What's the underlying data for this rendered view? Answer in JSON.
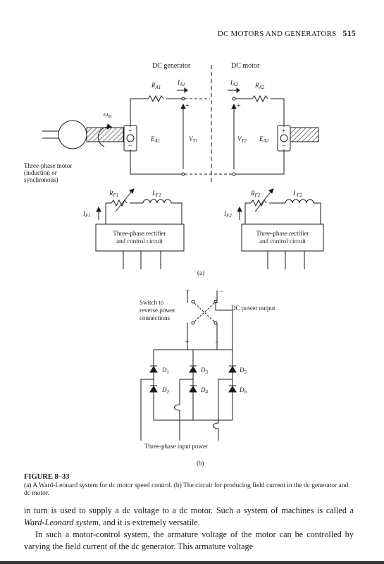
{
  "header": {
    "running_title": "DC MOTORS AND GENERATORS",
    "page_number": "515"
  },
  "figure_a": {
    "label_dc_generator": "DC generator",
    "label_dc_motor": "DC motor",
    "label_ra1": "R",
    "label_ra1_sub": "A1",
    "label_ia1": "I",
    "label_ia1_sub": "A1",
    "label_ia2": "I",
    "label_ia2_sub": "A2",
    "label_ra2": "R",
    "label_ra2_sub": "A2",
    "label_ea1": "E",
    "label_ea1_sub": "A1",
    "label_vt1": "V",
    "label_vt1_sub": "T1",
    "label_vt2": "V",
    "label_vt2_sub": "T2",
    "label_ea2": "E",
    "label_ea2_sub": "A2",
    "label_omega": "ω",
    "label_omega_sub": "m",
    "motor_label_line1": "Three-phase motor",
    "motor_label_line2": "(induction or",
    "motor_label_line3": "synchronous)",
    "label_rf1": "R",
    "label_rf1_sub": "F1",
    "label_lf1": "L",
    "label_lf1_sub": "F1",
    "label_if1": "I",
    "label_if1_sub": "F1",
    "label_rf2": "R",
    "label_rf2_sub": "F2",
    "label_lf2": "L",
    "label_lf2_sub": "F2",
    "label_if2": "I",
    "label_if2_sub": "F2",
    "rectifier_line1": "Three-phase rectifier",
    "rectifier_line2": "and control circuit",
    "plus": "+",
    "minus": "−",
    "sublabel": "(a)"
  },
  "figure_b": {
    "switch_line1": "Switch to",
    "switch_line2": "reverse power",
    "switch_line3": "connections",
    "dc_output": "DC power output",
    "d1": "D",
    "d1_sub": "1",
    "d2": "D",
    "d2_sub": "2",
    "d3": "D",
    "d3_sub": "3",
    "d4": "D",
    "d4_sub": "4",
    "d5": "D",
    "d5_sub": "5",
    "d6": "D",
    "d6_sub": "6",
    "input_power": "Three-phase input power",
    "plus": "+",
    "minus": "−",
    "sublabel": "(b)"
  },
  "caption": {
    "title": "FIGURE 8–33",
    "text": "(a) A Ward-Leonard system for dc motor speed control. (b) The circuit for producing field current in the dc generator and dc motor."
  },
  "body": {
    "p1_a": "in turn is used to supply a dc voltage to a dc motor. Such a system of machines is called a ",
    "p1_em": "Ward-Leonard system",
    "p1_b": ", and it is extremely versatile.",
    "p2": "In such a motor-control system, the armature voltage of the motor can be controlled by varying the field current of the dc generator. This armature voltage"
  }
}
